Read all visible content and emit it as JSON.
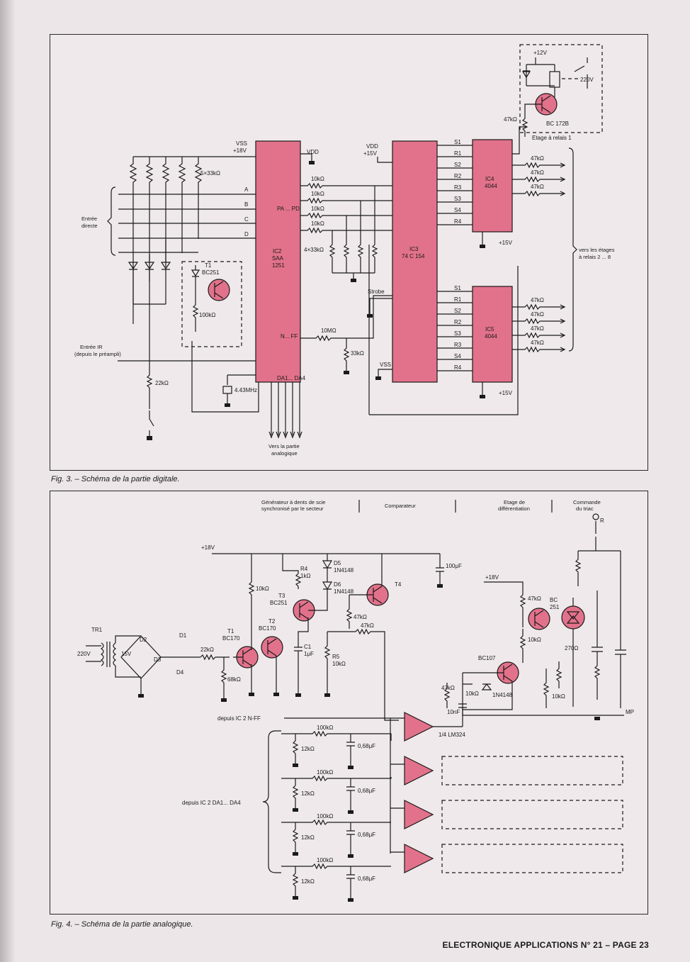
{
  "fig3": {
    "caption": "Fig. 3. – Schéma de la partie digitale.",
    "vss_label": "VSS",
    "vss_value": "+18V",
    "resistor_pack": "5×33kΩ",
    "inputs": [
      "A",
      "B",
      "C",
      "D"
    ],
    "entree_directe": [
      "Entrée",
      "directe"
    ],
    "t1_name": "T1",
    "t1_type": "BC251",
    "r_100k": "100kΩ",
    "entree_ir": [
      "Entrée IR",
      "(depuis le préampli)"
    ],
    "r_22k": "22kΩ",
    "crystal": "4.43MHz",
    "vers_partie": [
      "Vers la partie",
      "analogique"
    ],
    "ic2": [
      "IC2",
      "SAA",
      "1251"
    ],
    "ic2_vdd": "VDD",
    "ic2_pa": "PA ... PD",
    "ic2_nff": "N... FF",
    "ic2_da": "DA1... DA4",
    "r_10k": "10kΩ",
    "r_4x33k": "4×33kΩ",
    "r_10M": "10MΩ",
    "r_33k": "33kΩ",
    "vdd_label": "VDD",
    "vdd_value": "+15V",
    "strobe": "Strobe",
    "vss_ic3": "VSS",
    "ic3": [
      "IC3",
      "74 C 154"
    ],
    "ic4": [
      "IC4",
      "4044"
    ],
    "ic5": [
      "IC5",
      "4044"
    ],
    "sr_pins": [
      "S1",
      "R1",
      "S2",
      "R2",
      "R3",
      "S3",
      "S4",
      "R4"
    ],
    "sr_pins_ic5": [
      "S1",
      "R1",
      "S2",
      "R2",
      "S3",
      "R3",
      "S4",
      "R4"
    ],
    "plus15": "+15V",
    "r_47k": "47kΩ",
    "vers_etages": [
      "vers les étages",
      "à relais 2 ... 8"
    ],
    "relay_plus12": "+12V",
    "relay_220": "220V",
    "relay_transistor": "BC 172B",
    "relay_title": "Etage à relais 1"
  },
  "fig4": {
    "caption": "Fig. 4. – Schéma de la partie analogique.",
    "header_saw": [
      "Générateur à dents de scie",
      "synchronisé par le secteur"
    ],
    "header_comp": "Comparateur",
    "header_diff": [
      "Etage de",
      "différentiation"
    ],
    "header_triac": [
      "Commande",
      "du triac"
    ],
    "plus18": "+18V",
    "tr1": "TR1",
    "mains": "220V",
    "secondary": "15V",
    "diodes": [
      "D1",
      "D2",
      "D3",
      "D4"
    ],
    "r_22k": "22kΩ",
    "r_68k": "68kΩ",
    "t1": [
      "T1",
      "BC170"
    ],
    "t2": [
      "T2",
      "BC170"
    ],
    "t3": [
      "T3",
      "BC251"
    ],
    "t4": "T4",
    "r_10k": "10kΩ",
    "r4": [
      "R4",
      "1kΩ"
    ],
    "d5": [
      "D5",
      "1N4148"
    ],
    "d6": [
      "D6",
      "1N4148"
    ],
    "r_47k": "47kΩ",
    "c1": [
      "C1",
      "1μF"
    ],
    "r5": [
      "R5",
      "10kΩ"
    ],
    "c_100u": "100μF",
    "plus18b": "+18V",
    "bc251": [
      "BC",
      "251"
    ],
    "bc107": "BC107",
    "d_1n4148": "1N4148",
    "c_10n": "10nF",
    "r_270": "270Ω",
    "r_R": "R",
    "mp": "MP",
    "depuis_nff": "depuis IC 2 N-FF",
    "depuis_da": "depuis IC 2 DA1... DA4",
    "r_100k": "100kΩ",
    "r_12k": "12kΩ",
    "c_068": "0,68μF",
    "lm324": "1/4 LM324"
  },
  "footer": "ELECTRONIQUE APPLICATIONS N° 21 – PAGE 23"
}
